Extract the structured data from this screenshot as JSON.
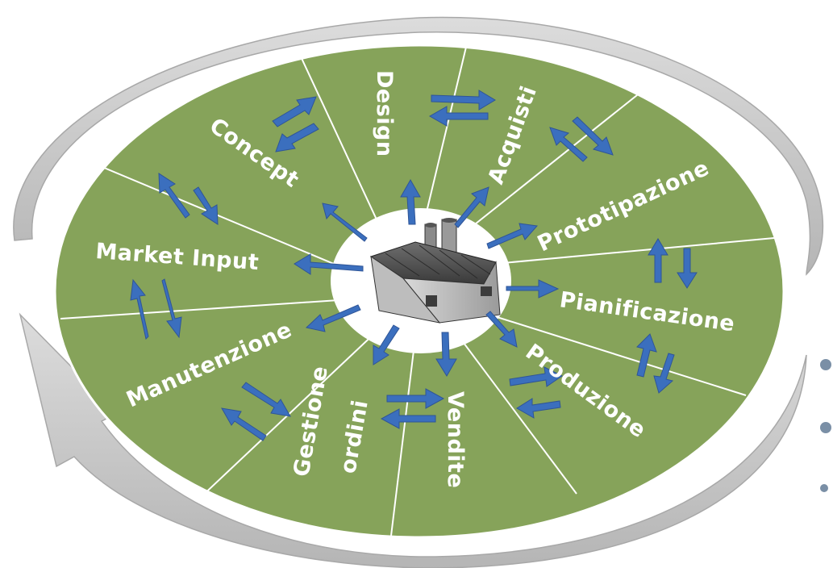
{
  "diagram": {
    "segments": [
      {
        "id": "market-input",
        "label": "Market Input"
      },
      {
        "id": "concept",
        "label": "Concept"
      },
      {
        "id": "design",
        "label": "Design"
      },
      {
        "id": "acquisti",
        "label": "Acquisti"
      },
      {
        "id": "prototipazione",
        "label": "Prototipazione"
      },
      {
        "id": "pianificazione",
        "label": "Pianificazione"
      },
      {
        "id": "produzione",
        "label": "Produzione"
      },
      {
        "id": "vendite",
        "label": "Vendite"
      },
      {
        "id": "gestione-ordini",
        "label": "Gestione ordini"
      },
      {
        "id": "manutenzione",
        "label": "Manutenzione"
      }
    ],
    "center_icon": "factory-icon",
    "colors": {
      "segment_fill": "#86a35a",
      "arrow_fill": "#3b6fbe",
      "cycle_ring": "#c6c6c6",
      "divider": "#ffffff"
    }
  }
}
